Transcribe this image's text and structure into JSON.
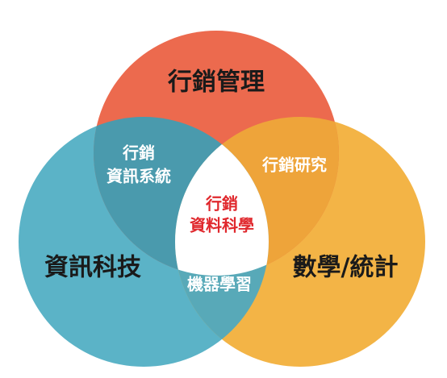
{
  "diagram": {
    "sets": [
      {
        "key": "marketing",
        "label": "行銷管理",
        "color": "#ec6a4e"
      },
      {
        "key": "it",
        "label": "資訊科技",
        "color": "#5bb3c7"
      },
      {
        "key": "math",
        "label": "數學/統計",
        "color": "#f3b446"
      }
    ],
    "overlaps": {
      "marketing_it": [
        "行銷",
        "資訊系統"
      ],
      "marketing_math": [
        "行銷研究"
      ],
      "it_math": [
        "機器學習"
      ]
    },
    "center": [
      "行銷",
      "資料科學"
    ],
    "colors": {
      "overlap_marketing_it": "#4a9aad",
      "overlap_marketing_math": "#eea43a",
      "overlap_it_math": "#58a9b8",
      "center_fill": "#ffffff",
      "center_text": "#e0282d"
    }
  }
}
